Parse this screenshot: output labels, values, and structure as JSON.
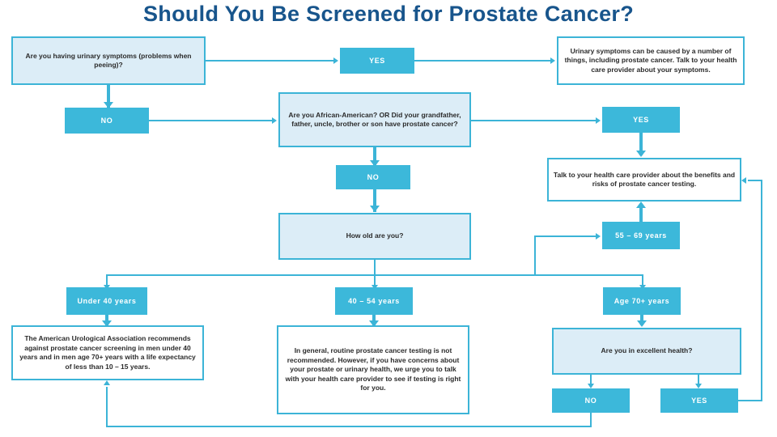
{
  "page": {
    "title": "Should You Be Screened for Prostate Cancer?",
    "accent": "#3cb8da",
    "accent_border": "#3cb4d7",
    "light_fill": "#dcedf7",
    "title_color": "#18558c"
  },
  "nodes": {
    "q_urinary": "Are you having urinary symptoms (problems when peeing)?",
    "yes_urinary": "YES",
    "no_urinary": "NO",
    "result_urinary": "Urinary symptoms can be caused by a number of things, including prostate cancer. Talk to your health care provider about your symptoms.",
    "q_family": "Are you African-American? OR Did your grandfather, father, uncle, brother or son have prostate cancer?",
    "yes_family": "YES",
    "no_family": "NO",
    "result_talk": "Talk to your health care provider about the benefits and risks of prostate cancer testing.",
    "q_age": "How old are you?",
    "age_under40": "Under 40 years",
    "age_40_54": "40 – 54 years",
    "age_55_69": "55 – 69 years",
    "age_70plus": "Age 70+ years",
    "result_aua": "The American Urological Association recommends against prostate cancer screening in men under 40 years and in men age 70+ years with a life expectancy of less than 10 – 15 years.",
    "result_routine": "In general, routine prostate cancer testing is not recommended. However, if you have concerns about your prostate or urinary health, we urge you to talk with your health care provider to see if testing is right for you.",
    "q_health": "Are you in excellent health?",
    "no_health": "NO",
    "yes_health": "YES"
  }
}
